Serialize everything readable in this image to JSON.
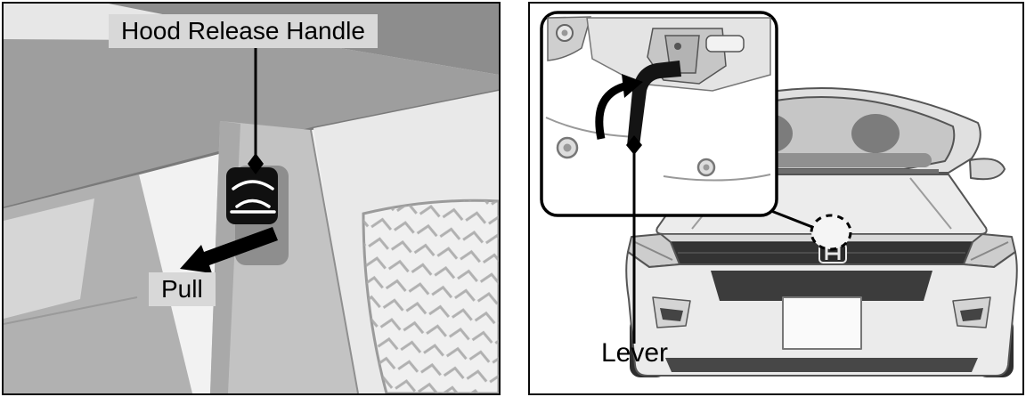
{
  "figure": {
    "left_panel": {
      "handle_label": "Hood Release Handle",
      "pull_label": "Pull"
    },
    "right_panel": {
      "lever_label": "Lever"
    },
    "colors": {
      "label_background": "#d8d8d8",
      "panel_border": "#0a0a0a",
      "arrow_black": "#000000",
      "grille_dark": "#333333",
      "illustration_gray": "#9e9e9e"
    },
    "icons": {
      "hood_release": "hood-release-handle-icon",
      "pull_arrow": "pull-arrow-icon",
      "rotate_arrow": "curved-arrow-icon",
      "location_marker": "dashed-circle-marker",
      "callout_diamond": "callout-diamond-icon"
    }
  }
}
